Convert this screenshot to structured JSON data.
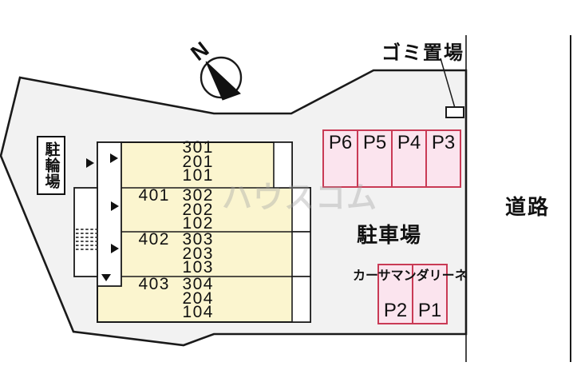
{
  "plan": {
    "watermark": "ハウスコム",
    "compass_north": "N",
    "labels": {
      "bicycle_parking": "駐輪場",
      "garbage_area": "ゴミ置場",
      "parking_lot": "駐車場",
      "road": "道路",
      "property_name": "カーサマンダリーネ"
    }
  },
  "building": {
    "rows": [
      {
        "fourth_floor": "",
        "stack": "301\n201\n101"
      },
      {
        "fourth_floor": "401",
        "stack": "302\n202\n102"
      },
      {
        "fourth_floor": "402",
        "stack": "303\n203\n103"
      },
      {
        "fourth_floor": "403",
        "stack": "304\n204\n104"
      }
    ]
  },
  "parking": {
    "upper_row": [
      "P6",
      "P5",
      "P4",
      "P3"
    ],
    "lower_row": [
      "P2",
      "P1"
    ]
  },
  "colors": {
    "site_fill": "#f2f2f2",
    "building_fill": "#fbf5cf",
    "parking_fill": "#fbe4ee",
    "parking_border": "#c93a55",
    "line": "#1a1a1a",
    "watermark": "#a5a5a5"
  }
}
